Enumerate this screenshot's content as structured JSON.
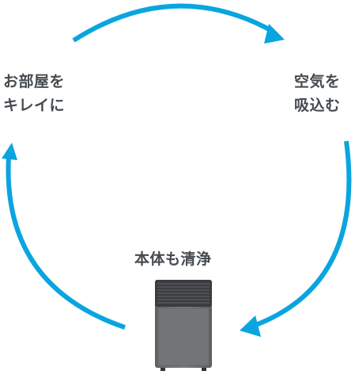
{
  "labels": {
    "left": {
      "line1": "お部屋を",
      "line2": "キレイに"
    },
    "right": {
      "line1": "空気を",
      "line2": "吸込む"
    },
    "bottom": "本体も清浄"
  },
  "colors": {
    "arrow": "#0aa5df",
    "text": "#444a4f",
    "purifier_body": "#6e7073",
    "purifier_grille": "#3a3c3f"
  },
  "icons": {
    "device": "air-purifier"
  }
}
